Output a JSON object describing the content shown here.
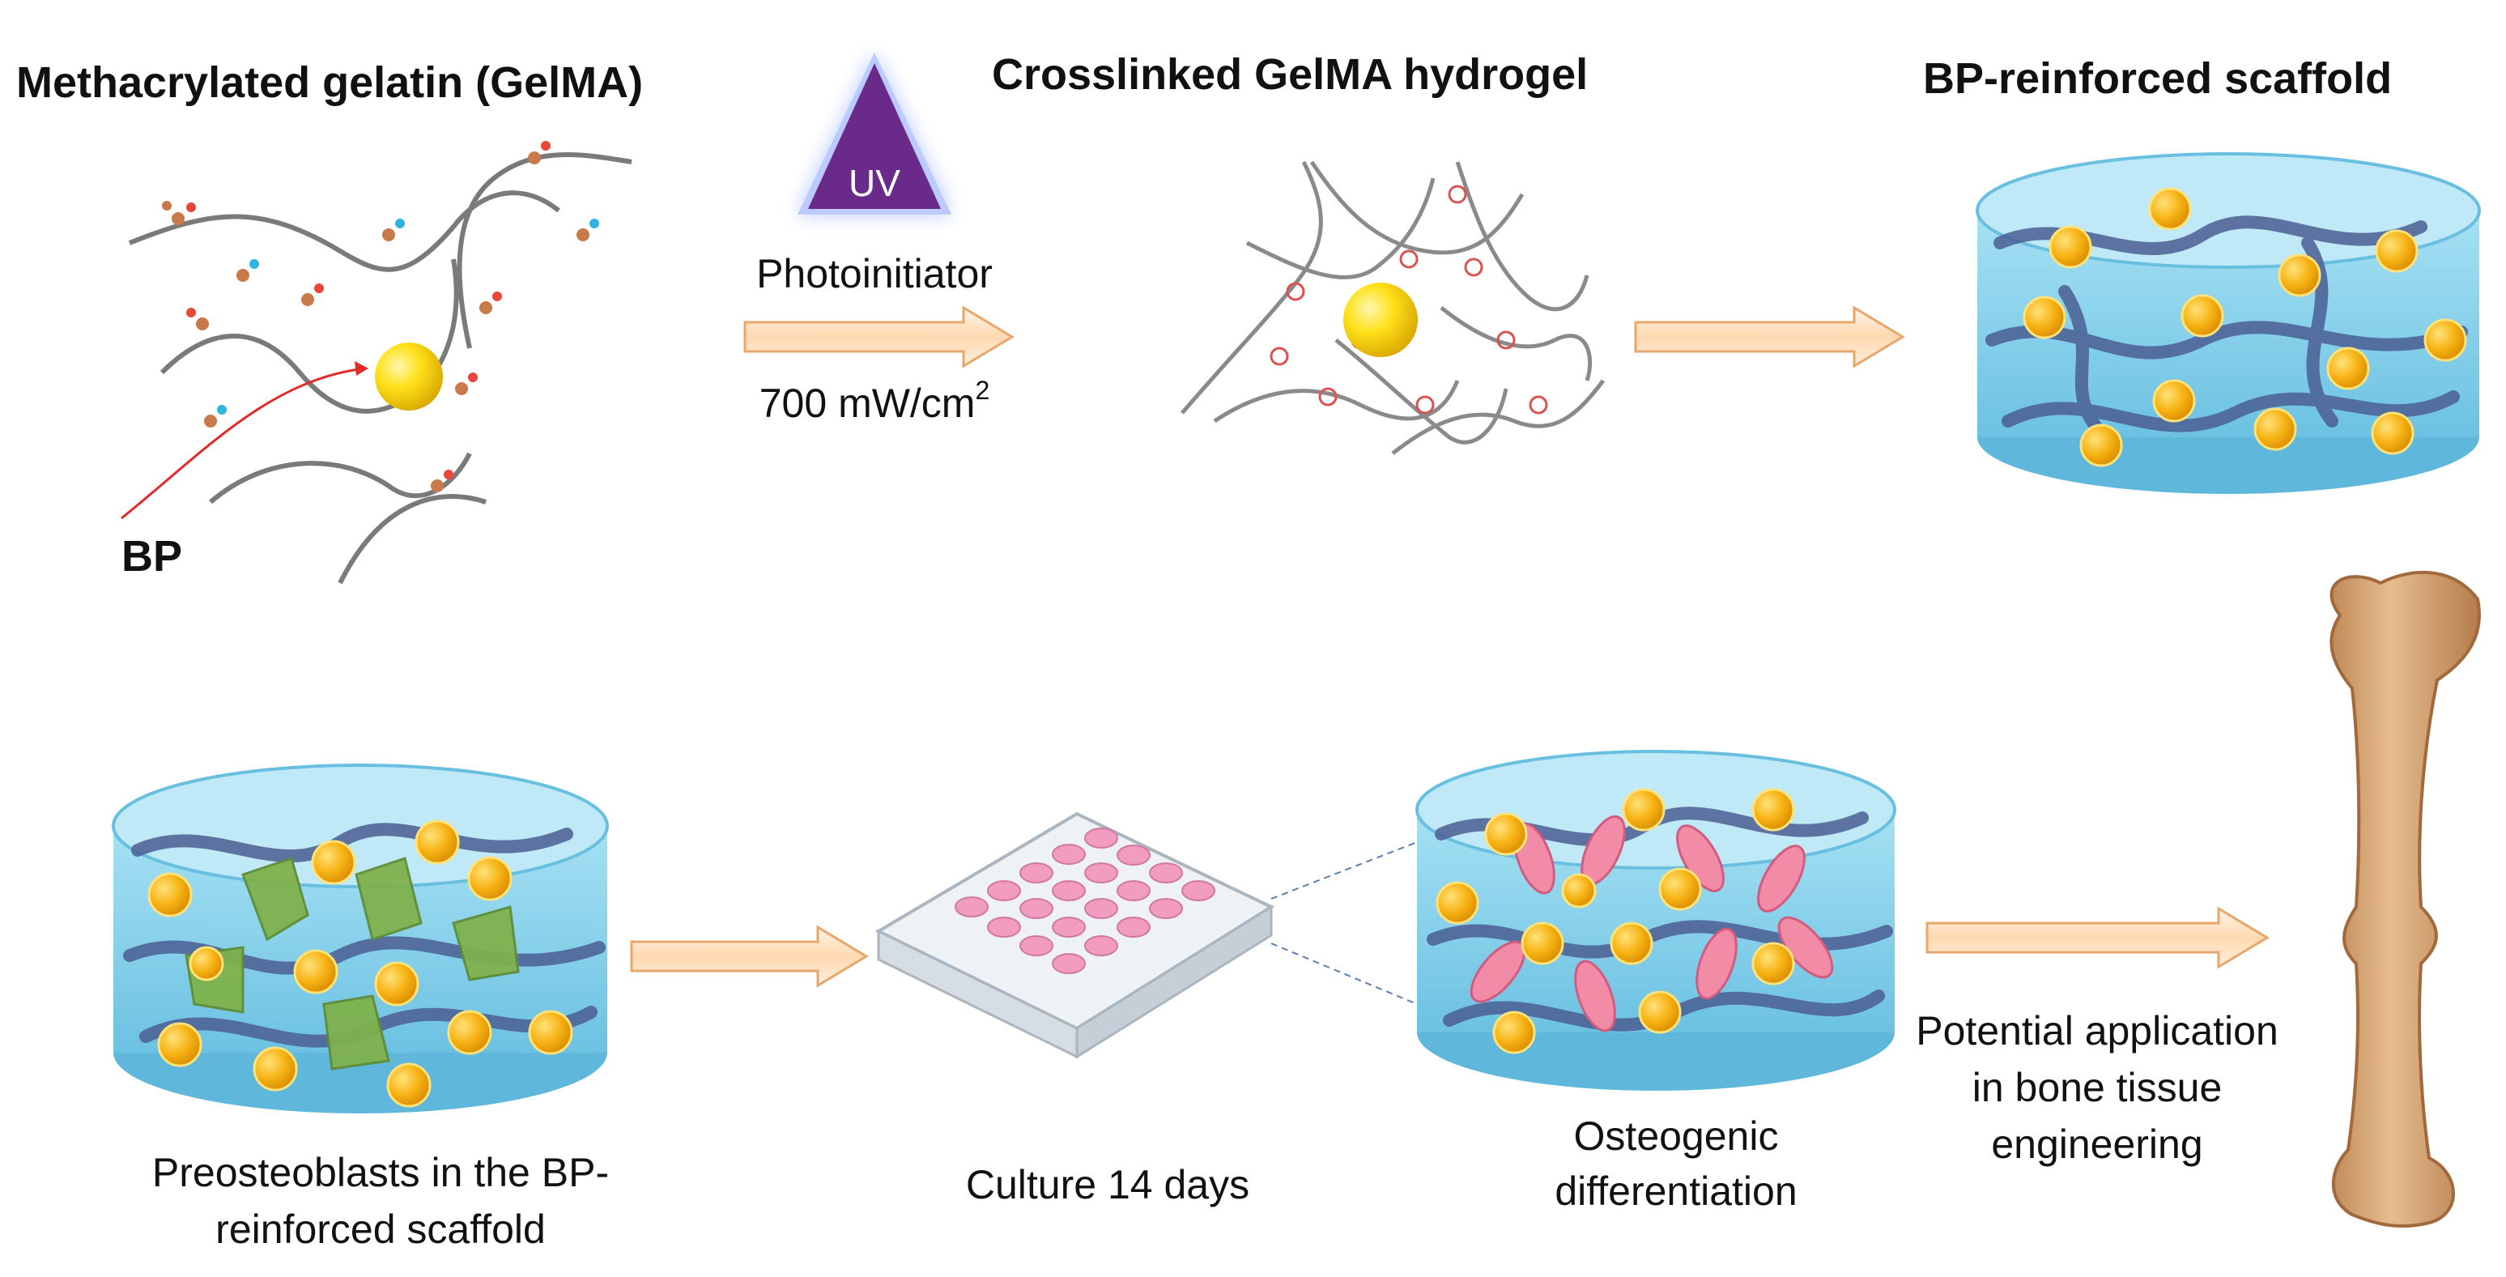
{
  "titles": {
    "gelma": "Methacrylated gelatin (GelMA)",
    "crosslinked": "Crosslinked GelMA hydrogel",
    "scaffold": "BP-reinforced scaffold"
  },
  "uv": {
    "label": "UV",
    "photoinitiator": "Photoinitiator",
    "power_prefix": "700 mW/cm",
    "power_sup": "2"
  },
  "bp_label": "BP",
  "bottom": {
    "preosteoblasts_line1": "Preosteoblasts in the BP-",
    "preosteoblasts_line2": "reinforced scaffold",
    "culture": "Culture 14 days",
    "osteo_line1": "Osteogenic",
    "osteo_line2": "differentiation",
    "potential_line1": "Potential application",
    "potential_line2": "in bone tissue",
    "potential_line3": "engineering"
  },
  "colors": {
    "triangle": "#6a2a8a",
    "triangle_glow": "#5a8cff",
    "arrow_fill": "#ffe8cc",
    "arrow_stroke": "#e8a76a",
    "gel": "#8fd3ec",
    "gel_dark": "#4aa9cf",
    "strand": "#4b5f93",
    "particle": "#f6b50f",
    "cell_green": "#7fb24d",
    "cell_pink": "#f28ba6",
    "bone": "#d8aa7a",
    "plate_well": "#f29cc0"
  }
}
